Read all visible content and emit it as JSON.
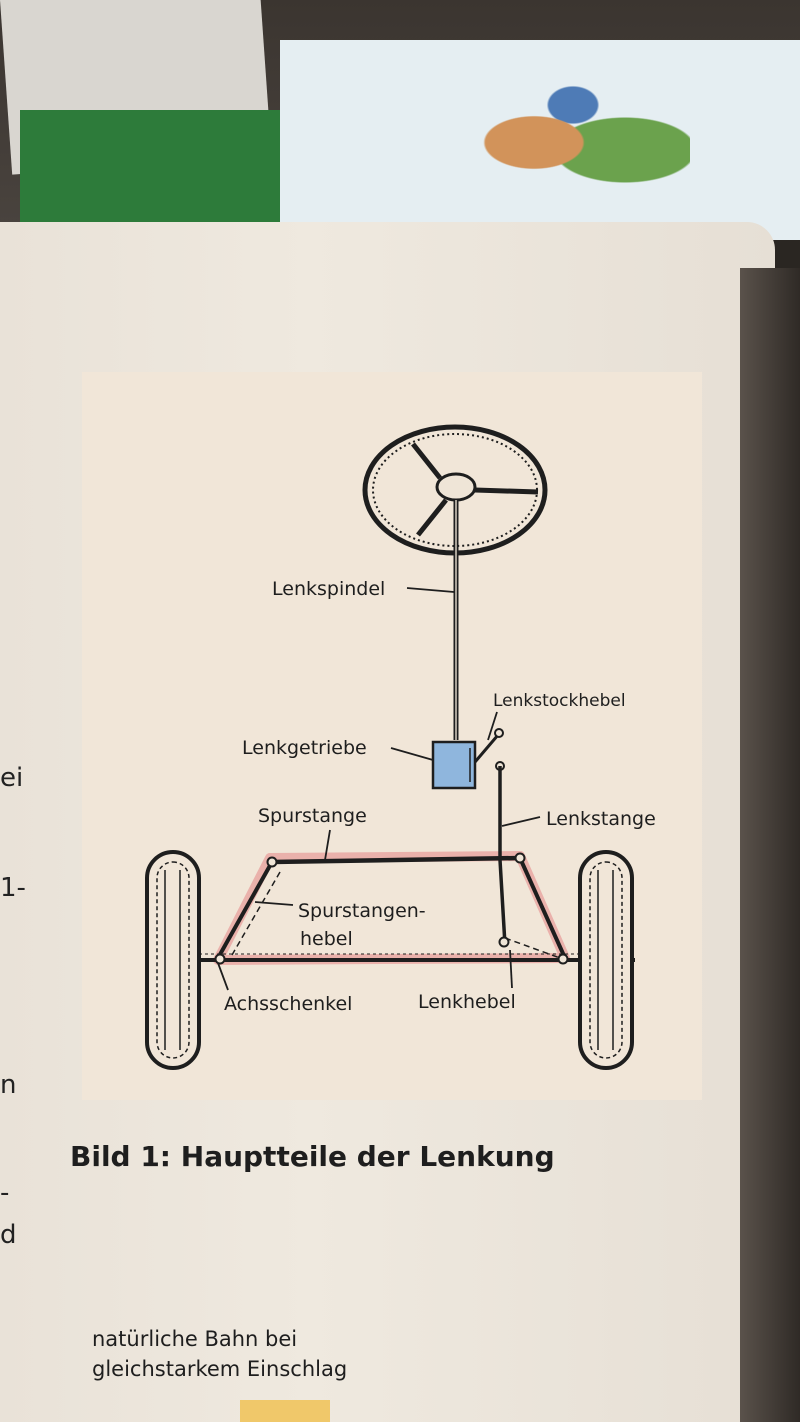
{
  "figure": {
    "labels": {
      "lenkspindel": "Lenkspindel",
      "lenkstockhebel": "Lenkstockhebel",
      "lenkgetriebe": "Lenkgetriebe",
      "spurstange": "Spurstange",
      "lenkstange": "Lenkstange",
      "spurstangenhebel_line1": "Spurstangen-",
      "spurstangenhebel_line2": "hebel",
      "achsschenkel": "Achsschenkel",
      "lenkhebel": "Lenkhebel"
    },
    "colors": {
      "steering_box": "#8fb6dd",
      "highlight": "#e8a4a0",
      "linework": "#1e1e1e"
    }
  },
  "caption": "Bild 1: Hauptteile der Lenkung",
  "bottom_note": {
    "line1": "natürliche Bahn bei",
    "line2": "gleichstarkem Einschlag"
  },
  "margin_text": [
    "ei",
    "1-",
    "n",
    "-",
    "d"
  ]
}
